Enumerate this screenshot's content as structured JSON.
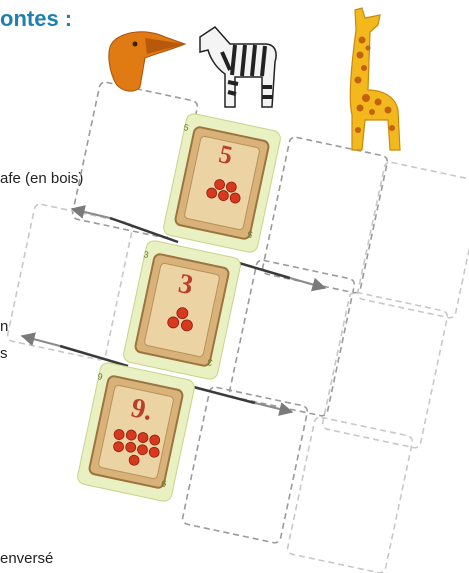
{
  "heading": "ontes :",
  "labels": {
    "giraffe_text": "afe (en bois)",
    "side_n": "n",
    "side_s": "s",
    "bottom_text": "enversé"
  },
  "cards": [
    {
      "number": "5",
      "corner": "5",
      "apples": 5
    },
    {
      "number": "3",
      "corner": "3",
      "apples": 3
    },
    {
      "number": "9.",
      "corner": "9",
      "apples": 9
    }
  ],
  "figures": [
    {
      "name": "toucan",
      "color": "#e07a12"
    },
    {
      "name": "zebra",
      "color": "#222222"
    },
    {
      "name": "giraffe",
      "color": "#f2b81e"
    }
  ],
  "colors": {
    "title": "#1f7fb3",
    "card_bg": "#e9f0c2",
    "crate": "#d9b27a",
    "number": "#b8402b",
    "apple": "#d8381e",
    "arrow": "#3a3a3a",
    "slot_outline": "#9a9a9a"
  }
}
